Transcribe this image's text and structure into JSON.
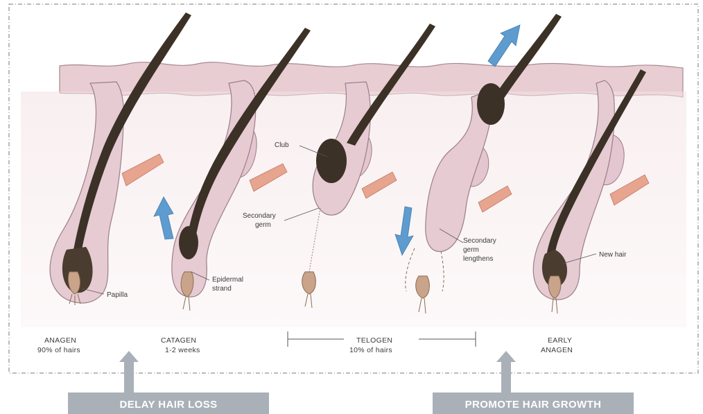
{
  "labels": {
    "club": "Club",
    "secondary_germ": [
      "Secondary",
      "germ"
    ],
    "papilla": "Papilla",
    "epidermal_strand": [
      "Epidermal",
      "strand"
    ],
    "secondary_germ_lengthens": [
      "Secondary",
      "germ",
      "lengthens"
    ],
    "new_hair": "New hair"
  },
  "stages": {
    "anagen": {
      "name": "ANAGEN",
      "detail": "90% of hairs"
    },
    "catagen": {
      "name": "CATAGEN",
      "detail": "1-2 weeks"
    },
    "telogen": {
      "name": "TELOGEN",
      "detail": "10% of hairs"
    },
    "early_anagen": {
      "name": "EARLY",
      "detail": "ANAGEN"
    }
  },
  "banners": {
    "left": "DELAY HAIR LOSS",
    "right": "PROMOTE HAIR GROWTH"
  },
  "colors": {
    "skin": "#ecd3d7",
    "skin_edge": "#a88890",
    "follicle": "#e6cbd3",
    "follicle_edge": "#9a7e88",
    "hair": "#3c3126",
    "muscle": "#e7a48e",
    "arrow_blue": "#5e9ccf",
    "banner_gray": "#a9b0b8"
  }
}
